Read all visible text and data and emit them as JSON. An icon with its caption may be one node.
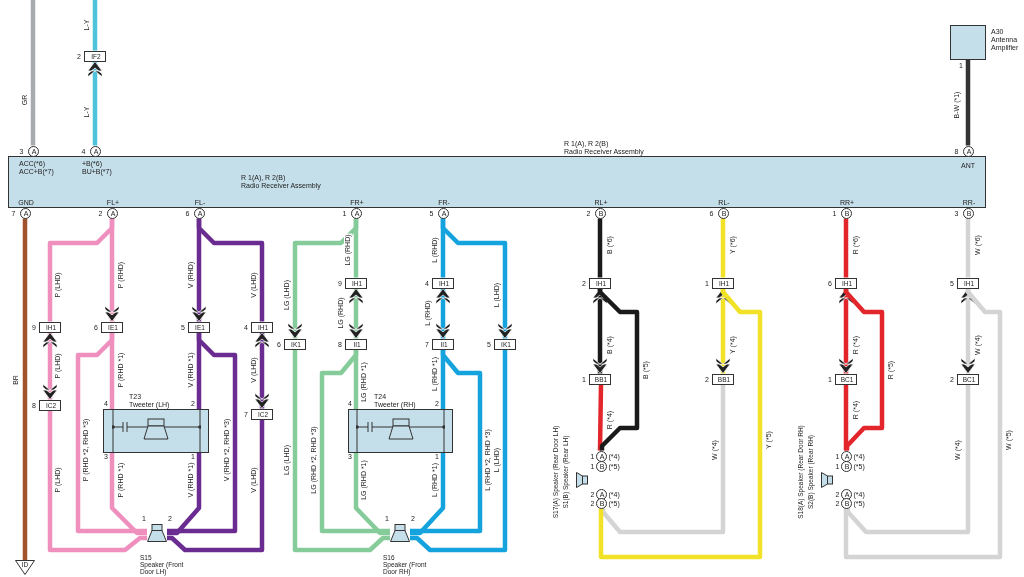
{
  "diagram": {
    "nodes": [
      {
        "text": [
          "R 1(A), R 2(B)",
          "Radio Receiver Assembly",
          "ACC(*6) ACC+B(*7)",
          "+B(*6) BU+B(*7)",
          "ANT",
          "R 1(A), R 2(B)",
          "Radio Receiver Assembly",
          "GND",
          "FL+",
          "FL-",
          "FR+",
          "FR-",
          "RL+",
          "RL-",
          "RR+",
          "RR-"
        ]
      },
      {
        "text": [],
        "shape": "box",
        "beside": [
          "A30 Antenna Amplifier",
          "1"
        ]
      },
      {
        "text": [
          "A"
        ],
        "beside": [
          "3"
        ]
      },
      {
        "text": [
          "A"
        ],
        "beside": [
          "4"
        ]
      },
      {
        "text": [
          "A"
        ],
        "beside": [
          "8"
        ]
      },
      {
        "text": [
          "IF2"
        ],
        "beside": [
          "2"
        ]
      },
      {
        "text": [
          "A"
        ],
        "beside": [
          "7"
        ]
      },
      {
        "text": [
          "A"
        ],
        "beside": [
          "2"
        ]
      },
      {
        "text": [
          "A"
        ],
        "beside": [
          "6"
        ]
      },
      {
        "text": [
          "A"
        ],
        "beside": [
          "1"
        ]
      },
      {
        "text": [
          "A"
        ],
        "beside": [
          "5"
        ]
      },
      {
        "text": [
          "B"
        ],
        "beside": [
          "2"
        ]
      },
      {
        "text": [
          "B"
        ],
        "beside": [
          "6"
        ]
      },
      {
        "text": [
          "B"
        ],
        "beside": [
          "1"
        ]
      },
      {
        "text": [
          "B"
        ],
        "beside": [
          "3"
        ]
      },
      {
        "text": [
          "IH1"
        ],
        "beside": [
          "9"
        ]
      },
      {
        "text": [
          "IE1"
        ],
        "beside": [
          "6"
        ]
      },
      {
        "text": [
          "IE1"
        ],
        "beside": [
          "5"
        ]
      },
      {
        "text": [
          "IH1"
        ],
        "beside": [
          "4"
        ]
      },
      {
        "text": [
          "IH1"
        ],
        "beside": [
          "9"
        ]
      },
      {
        "text": [
          "IH1"
        ],
        "beside": [
          "4"
        ]
      },
      {
        "text": [
          "IH1"
        ],
        "beside": [
          "2"
        ]
      },
      {
        "text": [
          "IH1"
        ],
        "beside": [
          "1"
        ]
      },
      {
        "text": [
          "IH1"
        ],
        "beside": [
          "6"
        ]
      },
      {
        "text": [
          "IH1"
        ],
        "beside": [
          "5"
        ]
      },
      {
        "text": [
          "IC2"
        ],
        "beside": [
          "8"
        ]
      },
      {
        "text": [
          "IC2"
        ],
        "beside": [
          "7"
        ]
      },
      {
        "text": [
          "IK1"
        ],
        "beside": [
          "6"
        ]
      },
      {
        "text": [
          "II1"
        ],
        "beside": [
          "8"
        ]
      },
      {
        "text": [
          "II1"
        ],
        "beside": [
          "7"
        ]
      },
      {
        "text": [
          "IK1"
        ],
        "beside": [
          "5"
        ]
      },
      {
        "text": [
          "BB1"
        ],
        "beside": [
          "1"
        ]
      },
      {
        "text": [
          "BB1"
        ],
        "beside": [
          "2"
        ]
      },
      {
        "text": [
          "BC1"
        ],
        "beside": [
          "1"
        ]
      },
      {
        "text": [
          "BC1"
        ],
        "beside": [
          "2"
        ]
      },
      {
        "text": [
          "T23",
          "Tweeter (LH)"
        ],
        "beside": [
          "4",
          "2",
          "3",
          "1"
        ]
      },
      {
        "text": [
          "T24",
          "Tweeter (RH)"
        ],
        "beside": [
          "4",
          "2",
          "3",
          "1"
        ]
      },
      {
        "text": [
          "S15",
          "Speaker (Front Door LH)"
        ],
        "beside": [
          "1",
          "2"
        ]
      },
      {
        "text": [
          "S16",
          "Speaker (Front Door RH)"
        ],
        "beside": [
          "1",
          "2"
        ]
      },
      {
        "text": [
          "S17(A) Speaker (Rear Door LH)",
          "S1(B) Speaker (Rear LH)"
        ]
      },
      {
        "text": [
          "A"
        ],
        "beside": [
          "1",
          "(*4)"
        ]
      },
      {
        "text": [
          "B"
        ],
        "beside": [
          "1",
          "(*5)"
        ]
      },
      {
        "text": [
          "A"
        ],
        "beside": [
          "2",
          "(*4)"
        ]
      },
      {
        "text": [
          "B"
        ],
        "beside": [
          "2",
          "(*5)"
        ]
      },
      {
        "text": [
          "S18(A) Speaker (Rear Door RH)",
          "S2(B) Speaker (Rear RH)"
        ]
      },
      {
        "text": [
          "A"
        ],
        "beside": [
          "1",
          "(*4)"
        ]
      },
      {
        "text": [
          "B"
        ],
        "beside": [
          "1",
          "(*5)"
        ]
      },
      {
        "text": [
          "A"
        ],
        "beside": [
          "2",
          "(*4)"
        ]
      },
      {
        "text": [
          "B"
        ],
        "beside": [
          "2",
          "(*5)"
        ]
      },
      {
        "text": [
          "ID"
        ]
      }
    ],
    "edges": [
      {
        "from": null,
        "to": 2,
        "arrow": "none",
        "label": "GR",
        "color": "#a7abb0"
      },
      {
        "from": null,
        "to": 5,
        "arrow": "none",
        "label": "L-Y",
        "color": "#4fc3d9"
      },
      {
        "from": 3,
        "to": 5,
        "arrow": "to",
        "label": "L-Y",
        "color": "#4fc3d9"
      },
      {
        "from": 1,
        "to": 4,
        "arrow": "none",
        "label": "B-W (*1)",
        "color": "#333333"
      },
      {
        "from": 6,
        "to": 49,
        "arrow": "none",
        "label": "BR",
        "color": "#a0522d"
      },
      {
        "from": 7,
        "to": 15,
        "arrow": "none",
        "label": "P (LHD)",
        "color": "#ee8fbd"
      },
      {
        "from": 15,
        "to": 25,
        "arrow": "both",
        "label": "P (LHD)",
        "color": "#ee8fbd"
      },
      {
        "from": 25,
        "to": 37,
        "arrow": "none",
        "label": "P (LHD)",
        "color": "#ee8fbd"
      },
      {
        "from": 7,
        "to": 16,
        "arrow": "to",
        "label": "P (RHD)",
        "color": "#ee8fbd"
      },
      {
        "from": 16,
        "to": 35,
        "arrow": "none",
        "label": "P (RHD *1)",
        "color": "#ee8fbd"
      },
      {
        "from": 35,
        "to": 37,
        "arrow": "none",
        "label": "P (RHD *1)",
        "color": "#ee8fbd"
      },
      {
        "from": 16,
        "to": 37,
        "arrow": "none",
        "label": "P (RHD *2, RHD *3)",
        "color": "#ee8fbd"
      },
      {
        "from": 8,
        "to": 17,
        "arrow": "to",
        "label": "V (RHD)",
        "color": "#6b2c91"
      },
      {
        "from": 8,
        "to": 18,
        "arrow": "none",
        "label": "V (LHD)",
        "color": "#6b2c91"
      },
      {
        "from": 18,
        "to": 26,
        "arrow": "both",
        "label": "V (LHD)",
        "color": "#6b2c91"
      },
      {
        "from": 26,
        "to": 37,
        "arrow": "none",
        "label": "V (LHD)",
        "color": "#6b2c91"
      },
      {
        "from": 17,
        "to": 35,
        "arrow": "none",
        "label": "V (RHD *1)",
        "color": "#6b2c91"
      },
      {
        "from": 35,
        "to": 37,
        "arrow": "none",
        "label": "V (RHD *1)",
        "color": "#6b2c91"
      },
      {
        "from": 17,
        "to": 37,
        "arrow": "none",
        "label": "V (RHD *2, RHD *3)",
        "color": "#6b2c91"
      },
      {
        "from": 9,
        "to": 27,
        "arrow": "to",
        "label": "LG (LHD)",
        "color": "#86cc9a"
      },
      {
        "from": 27,
        "to": 38,
        "arrow": "none",
        "label": "LG (LHD)",
        "color": "#86cc9a"
      },
      {
        "from": 9,
        "to": 19,
        "arrow": "none",
        "label": "LG (RHD)",
        "color": "#86cc9a"
      },
      {
        "from": 19,
        "to": 28,
        "arrow": "both",
        "label": "LG (RHD)",
        "color": "#86cc9a"
      },
      {
        "from": 28,
        "to": 36,
        "arrow": "none",
        "label": "LG (RHD *1)",
        "color": "#86cc9a"
      },
      {
        "from": 36,
        "to": 38,
        "arrow": "none",
        "label": "LG (RHD *1)",
        "color": "#86cc9a"
      },
      {
        "from": 28,
        "to": 38,
        "arrow": "none",
        "label": "LG (RHD *2, RHD *3)",
        "color": "#86cc9a"
      },
      {
        "from": 10,
        "to": 20,
        "arrow": "none",
        "label": "L (RHD)",
        "color": "#14a3dd"
      },
      {
        "from": 20,
        "to": 29,
        "arrow": "both",
        "label": "L (RHD)",
        "color": "#14a3dd"
      },
      {
        "from": 29,
        "to": 36,
        "arrow": "none",
        "label": "L (RHD *1)",
        "color": "#14a3dd"
      },
      {
        "from": 36,
        "to": 38,
        "arrow": "none",
        "label": "L (RHD *1)",
        "color": "#14a3dd"
      },
      {
        "from": 29,
        "to": 38,
        "arrow": "none",
        "label": "L (RHD *2, RHD *3)",
        "color": "#14a3dd"
      },
      {
        "from": 10,
        "to": 30,
        "arrow": "to",
        "label": "L (LHD)",
        "color": "#14a3dd"
      },
      {
        "from": 30,
        "to": 38,
        "arrow": "none",
        "label": "L (LHD)",
        "color": "#14a3dd"
      },
      {
        "from": 11,
        "to": 21,
        "arrow": "none",
        "label": "B (*6)",
        "color": "#1a1a1a"
      },
      {
        "from": 21,
        "to": 31,
        "arrow": "both",
        "label": "B (*4)",
        "color": "#1a1a1a"
      },
      {
        "from": 31,
        "to": 40,
        "arrow": "none",
        "label": "R (*4)",
        "color": "#e3262b"
      },
      {
        "from": 21,
        "to": 40,
        "arrow": "none",
        "label": "B (*5)",
        "color": "#1a1a1a"
      },
      {
        "from": 12,
        "to": 22,
        "arrow": "none",
        "label": "Y (*6)",
        "color": "#f2e227"
      },
      {
        "from": 22,
        "to": 32,
        "arrow": "both",
        "label": "Y (*4)",
        "color": "#f2e227"
      },
      {
        "from": 32,
        "to": 43,
        "arrow": "none",
        "label": "W (*4)",
        "color": "#d4d4d4"
      },
      {
        "from": 22,
        "to": 43,
        "arrow": "none",
        "label": "Y (*5)",
        "color": "#f2e227"
      },
      {
        "from": 13,
        "to": 23,
        "arrow": "none",
        "label": "R (*6)",
        "color": "#e3262b"
      },
      {
        "from": 23,
        "to": 33,
        "arrow": "both",
        "label": "R (*4)",
        "color": "#e3262b"
      },
      {
        "from": 33,
        "to": 45,
        "arrow": "none",
        "label": "R (*4)",
        "color": "#e3262b"
      },
      {
        "from": 23,
        "to": 45,
        "arrow": "none",
        "label": "R (*5)",
        "color": "#e3262b"
      },
      {
        "from": 14,
        "to": 24,
        "arrow": "none",
        "label": "W (*6)",
        "color": "#d4d4d4"
      },
      {
        "from": 24,
        "to": 34,
        "arrow": "both",
        "label": "W (*4)",
        "color": "#d4d4d4"
      },
      {
        "from": 34,
        "to": 48,
        "arrow": "none",
        "label": "W (*4)",
        "color": "#d4d4d4"
      },
      {
        "from": 24,
        "to": 48,
        "arrow": "none",
        "label": "W (*5)",
        "color": "#d4d4d4"
      }
    ]
  }
}
